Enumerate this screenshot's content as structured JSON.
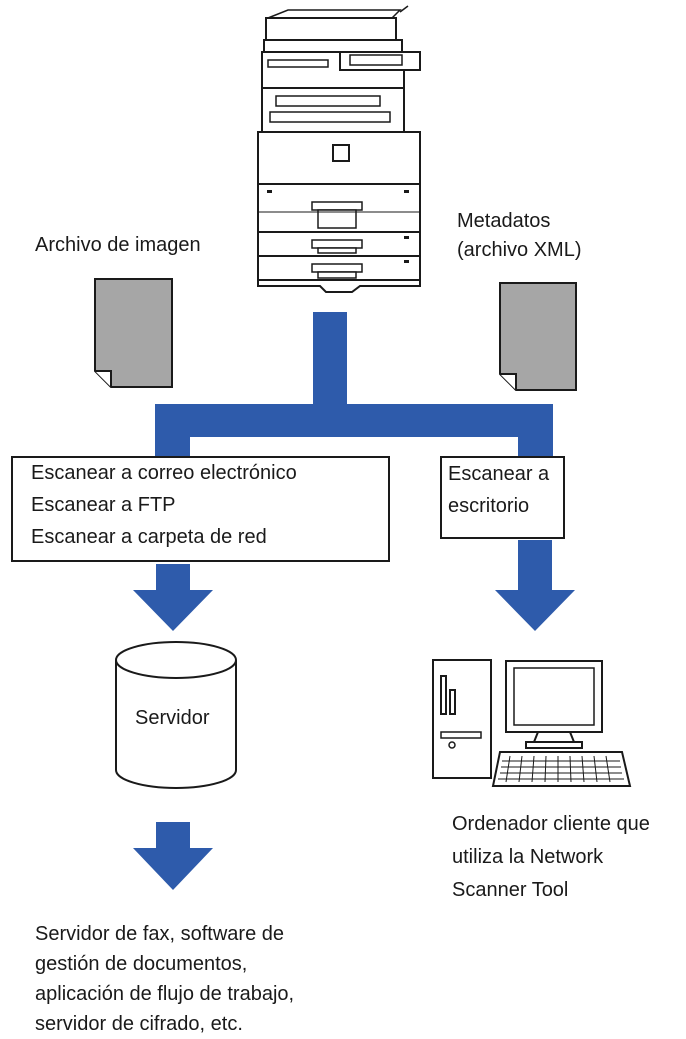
{
  "colors": {
    "accent_blue": "#2e5bab",
    "document_fill": "#a6a6a6",
    "outline": "#1a1a1a"
  },
  "labels": {
    "image_file": "Archivo de imagen",
    "metadata": "Metadatos\n(archivo XML)",
    "server_methods": "Escanear a correo electrónico\nEscanear a FTP\nEscanear a carpeta de red",
    "desktop_method": "Escanear a\nescritorio",
    "server": "Servidor",
    "client_pc": "Ordenador cliente que\nutiliza la Network\nScanner Tool",
    "downstream": "Servidor de fax, software de\ngestión de documentos,\naplicación de flujo de trabajo,\nservidor de cifrado, etc."
  },
  "icons": {
    "printer": "multifunction-printer-icon",
    "image_document": "document-icon",
    "metadata_document": "document-icon",
    "server": "database-cylinder-icon",
    "computer": "desktop-computer-icon"
  }
}
